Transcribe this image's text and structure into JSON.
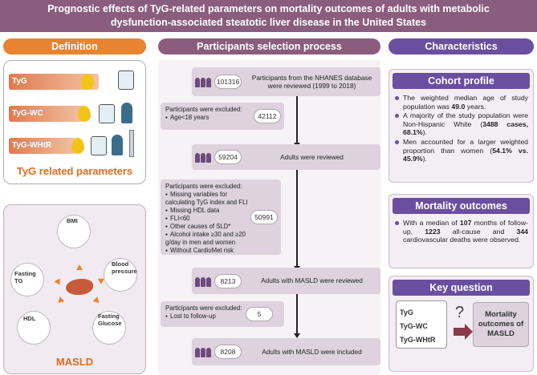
{
  "title": {
    "line1": "Prognostic effects of TyG-related parameters on mortality outcomes of adults with metabolic",
    "line2": "dysfunction-associated steatotic liver disease in the United States"
  },
  "headers": {
    "definition": "Definition",
    "selection": "Participants selection process",
    "characteristics": "Characteristics"
  },
  "definition": {
    "tyg_rows": [
      "TyG",
      "TyG-WC",
      "TyG-WHtR"
    ],
    "tyg_caption": "TyG related parameters",
    "masld_items": {
      "bmi": "BMI",
      "fasting_tg": "Fasting TG",
      "blood_pressure": "Blood pressure",
      "hdl": "HDL",
      "fasting_glucose": "Fasting Glucose"
    },
    "masld_title": "MASLD"
  },
  "selection": {
    "steps": [
      {
        "count": "101316",
        "text": "Participants from the NHANES database were reviewed (1999 to 2018)"
      },
      {
        "count": "59204",
        "text": "Adults were reviewed"
      },
      {
        "count": "8213",
        "text": "Adults with MASLD were reviewed"
      },
      {
        "count": "8208",
        "text": "Adults with MASLD were included"
      }
    ],
    "exclusions": [
      {
        "count": "42112",
        "title": "Participants were excluded:",
        "items": [
          "Age<18 years"
        ]
      },
      {
        "count": "50991",
        "title": "Participants were excluded:",
        "items": [
          "Missing variables for calculating TyG index and FLI",
          "Missing HDL data",
          "FLI<60",
          "Other causes of SLD*",
          "Alcohol intake ≥30 and ≥20 g/day in men and women",
          "Without CardioMet risk"
        ]
      },
      {
        "count": "5",
        "title": "Participants were excluded:",
        "items": [
          "Lost to follow-up"
        ]
      }
    ]
  },
  "characteristics": {
    "cohort": {
      "title": "Cohort profile",
      "b1_pre": "The weighted median age of study population was ",
      "b1_bold": "49.0",
      "b1_post": " years.",
      "b2_pre": "A majority of the study population were Non-Hispanic White (",
      "b2_bold": "3488 cases, 68.1%",
      "b2_post": ").",
      "b3_pre": "Men accounted for a larger weighted proportion than women (",
      "b3_bold": "54.1% vs. 45.9%",
      "b3_post": ")."
    },
    "mortality": {
      "title": "Mortality outcomes",
      "t1": "With a median of ",
      "v1": "107",
      "t2": " months of follow-up, ",
      "v2": "1223",
      "t3": " all-cause and ",
      "v3": "344",
      "t4": " cardiovascular deaths were observed."
    },
    "key_question": {
      "title": "Key question",
      "params": [
        "TyG",
        "TyG-WC",
        "TyG-WHtR"
      ],
      "question_mark": "?",
      "outcome_line1": "Mortality",
      "outcome_line2": "outcomes of",
      "outcome_line3": "MASLD"
    }
  },
  "colors": {
    "title_bg": "#8a5d7f",
    "definition_accent": "#e8832f",
    "characteristics_accent": "#6a4fa0",
    "box_fill": "#ddd2dd"
  }
}
